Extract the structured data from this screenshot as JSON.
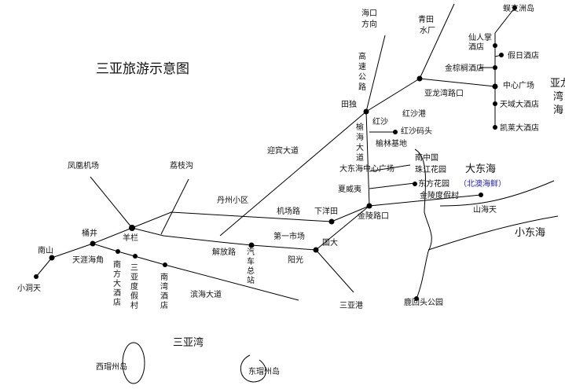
{
  "title": "三亚旅游示意图",
  "regions": {
    "sanya_bay": "三亚湾",
    "dadonghai": "大东海",
    "xiaodonghai": "小东海",
    "yalong_bay_1": "亚龙",
    "yalong_bay_2": "湾",
    "yalong_bay_3": "海"
  },
  "islands": {
    "west": "西瑁州岛",
    "east": "东瑁州岛",
    "wuzhizhou": "蜈支洲岛"
  },
  "directions": {
    "haikou": [
      "海口",
      "方向"
    ],
    "qingtian": [
      "青田",
      "水厂"
    ]
  },
  "roads": {
    "expressway": [
      "高",
      "速",
      "公",
      "路"
    ],
    "yuhai": [
      "榆",
      "海",
      "大",
      "道"
    ],
    "yingbin": "迎宾大道",
    "jichang": "机场路",
    "jiefang": "解放路",
    "binhai": "滨海大道",
    "yalongwan_road": "亚龙湾路口"
  },
  "places": {
    "fenghuang_airport": "凤凰机场",
    "lizhigou": "荔枝沟",
    "danzhou_xiaoqu": "丹州小区",
    "xiayangtian": "下洋田",
    "diyi_shichang": "第一市场",
    "guoda": "国大",
    "yangguang": "阳光",
    "qiche_zhan": [
      "汽",
      "车",
      "总",
      "站"
    ],
    "sanya_gang": "三亚港",
    "luhuitou": "鹿回头公园",
    "jinling_lukou": "金陵路口",
    "xiaweiyi": "夏威夷",
    "dadonghai_guangchang": "大东海中心广场",
    "nanzhongguo": "南中国",
    "zhujiang_garden": "珠江花园",
    "dongfang_garden": "东方花园",
    "beiao_seafood": "（北澳海鲜）",
    "jinling_village": "金陵度假村",
    "shanhaitian": "山海天",
    "tiandu": "田独",
    "hongsha": "红沙",
    "hongsha_gang": "红沙港",
    "hongsha_matou": "红沙码头",
    "yulin_base": "榆林基地",
    "xianren_zhang": [
      "仙人掌",
      "酒店"
    ],
    "jinzongyu": "金棕榈酒店",
    "jiari": "假日酒店",
    "zhongxin_guangchang": "中心广场",
    "tianyu": "天域大酒店",
    "kailai": "凯莱大酒店",
    "nanshan": "南山",
    "xiaodongtian": "小洞天",
    "yajing": "桶井",
    "tianya": "天涯海角",
    "yanglan": "羊栏",
    "nanfang_hotel": [
      "南",
      "方",
      "大",
      "酒",
      "店"
    ],
    "sanya_resort": [
      "三",
      "亚",
      "度",
      "假",
      "村"
    ],
    "nanwan_hotel": [
      "南",
      "湾",
      "酒",
      "店"
    ]
  },
  "colors": {
    "line": "#000000",
    "highlight": "#1a1ad0"
  }
}
